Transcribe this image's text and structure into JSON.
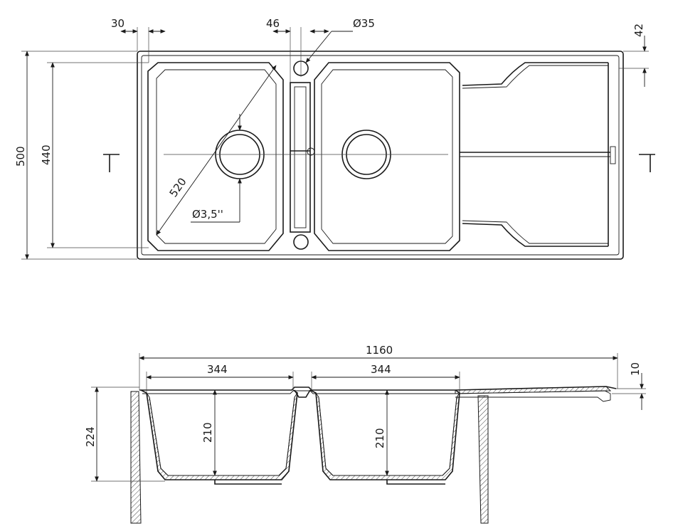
{
  "top_view": {
    "dims": {
      "lip_offset": "30",
      "center_gap": "46",
      "tap_hole": "Ø35",
      "edge_height": "42",
      "overall_depth": "500",
      "bowl_depth": "440",
      "diagonal": "520",
      "drain": "Ø3,5''"
    }
  },
  "side_view": {
    "dims": {
      "overall_width": "1160",
      "bowl_left_width": "344",
      "bowl_right_width": "344",
      "rim_thickness": "10",
      "bowl_height": "224",
      "inner_left": "210",
      "inner_right": "210"
    }
  },
  "colors": {
    "line": "#1a1a1a",
    "background": "#ffffff"
  }
}
